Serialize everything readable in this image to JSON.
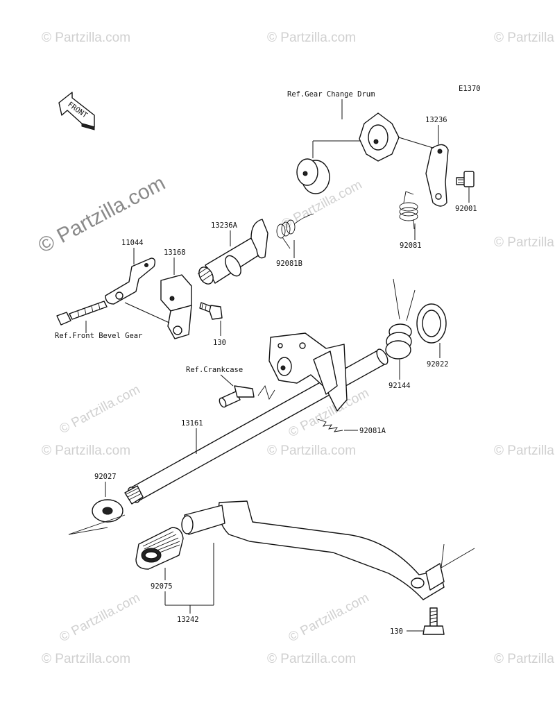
{
  "diagram_code": "E1370",
  "watermark": {
    "repeat_text": "© Partzilla.com",
    "main_text": "© Partzilla.com"
  },
  "front_marker": "FRONT",
  "references": {
    "gear_change_drum": "Ref.Gear Change Drum",
    "front_bevel_gear": "Ref.Front Bevel Gear",
    "crankcase": "Ref.Crankcase"
  },
  "part_labels": {
    "p13236": "13236",
    "p92001": "92001",
    "p92081": "92081",
    "p13236A": "13236A",
    "p92081B": "92081B",
    "p11044": "11044",
    "p13168": "13168",
    "p130_upper": "130",
    "p92144": "92144",
    "p92022": "92022",
    "p92081A": "92081A",
    "p13161": "13161",
    "p92027": "92027",
    "p92075": "92075",
    "p13242": "13242",
    "p130_lower": "130"
  }
}
